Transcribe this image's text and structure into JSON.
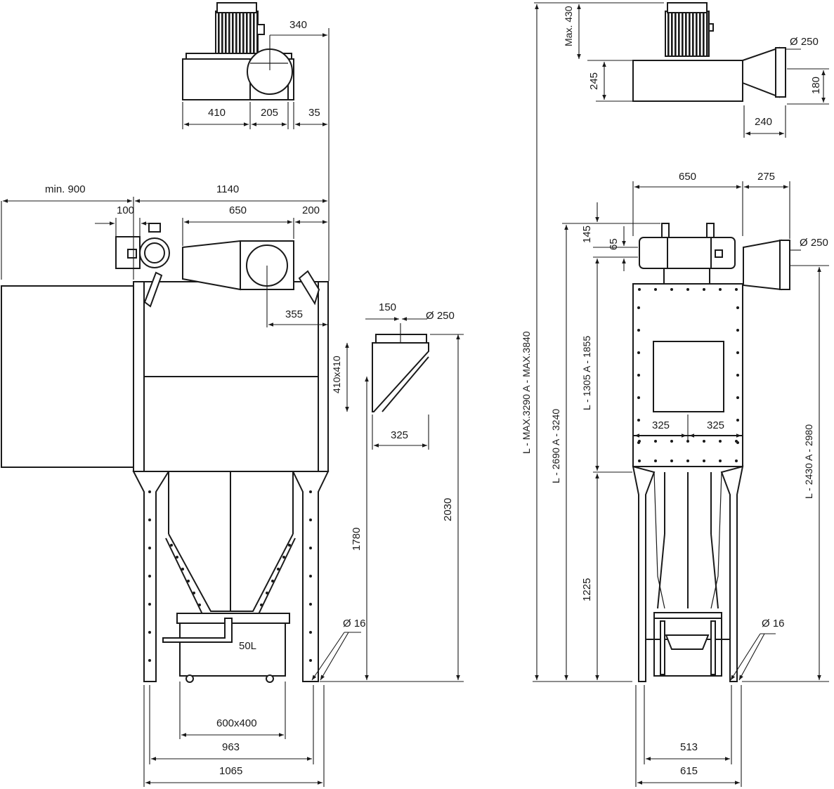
{
  "colors": {
    "line": "#1a1a1a",
    "background": "#ffffff"
  },
  "top_view": {
    "d340": "340",
    "d410": "410",
    "d205": "205",
    "d35": "35"
  },
  "front_view": {
    "min900": "min. 900",
    "d1140": "1140",
    "d100": "100",
    "d650": "650",
    "d200": "200",
    "d355": "355",
    "d1780": "1780",
    "d2030": "2030",
    "d16": "Ø 16",
    "bin": "50L",
    "d600x400": "600x400",
    "d963": "963",
    "d1065": "1065"
  },
  "inlet_detail": {
    "d150": "150",
    "d250": "Ø 250",
    "d410x410": "410x410",
    "d325": "325"
  },
  "side_view": {
    "max430": "Max. 430",
    "d250top": "Ø 250",
    "d245": "245",
    "d180": "180",
    "d240": "240",
    "d650": "650",
    "d275": "275",
    "d145": "145",
    "d65": "65",
    "d250mid": "Ø 250",
    "lmax": "L - MAX.3290   A - MAX.3840",
    "l2690": "L - 2690   A - 3240",
    "l1305": "L - 1305   A - 1855",
    "l2430": "L - 2430   A - 2980",
    "d325a": "325",
    "d325b": "325",
    "d1225": "1225",
    "d16": "Ø 16",
    "d513": "513",
    "d615": "615"
  }
}
